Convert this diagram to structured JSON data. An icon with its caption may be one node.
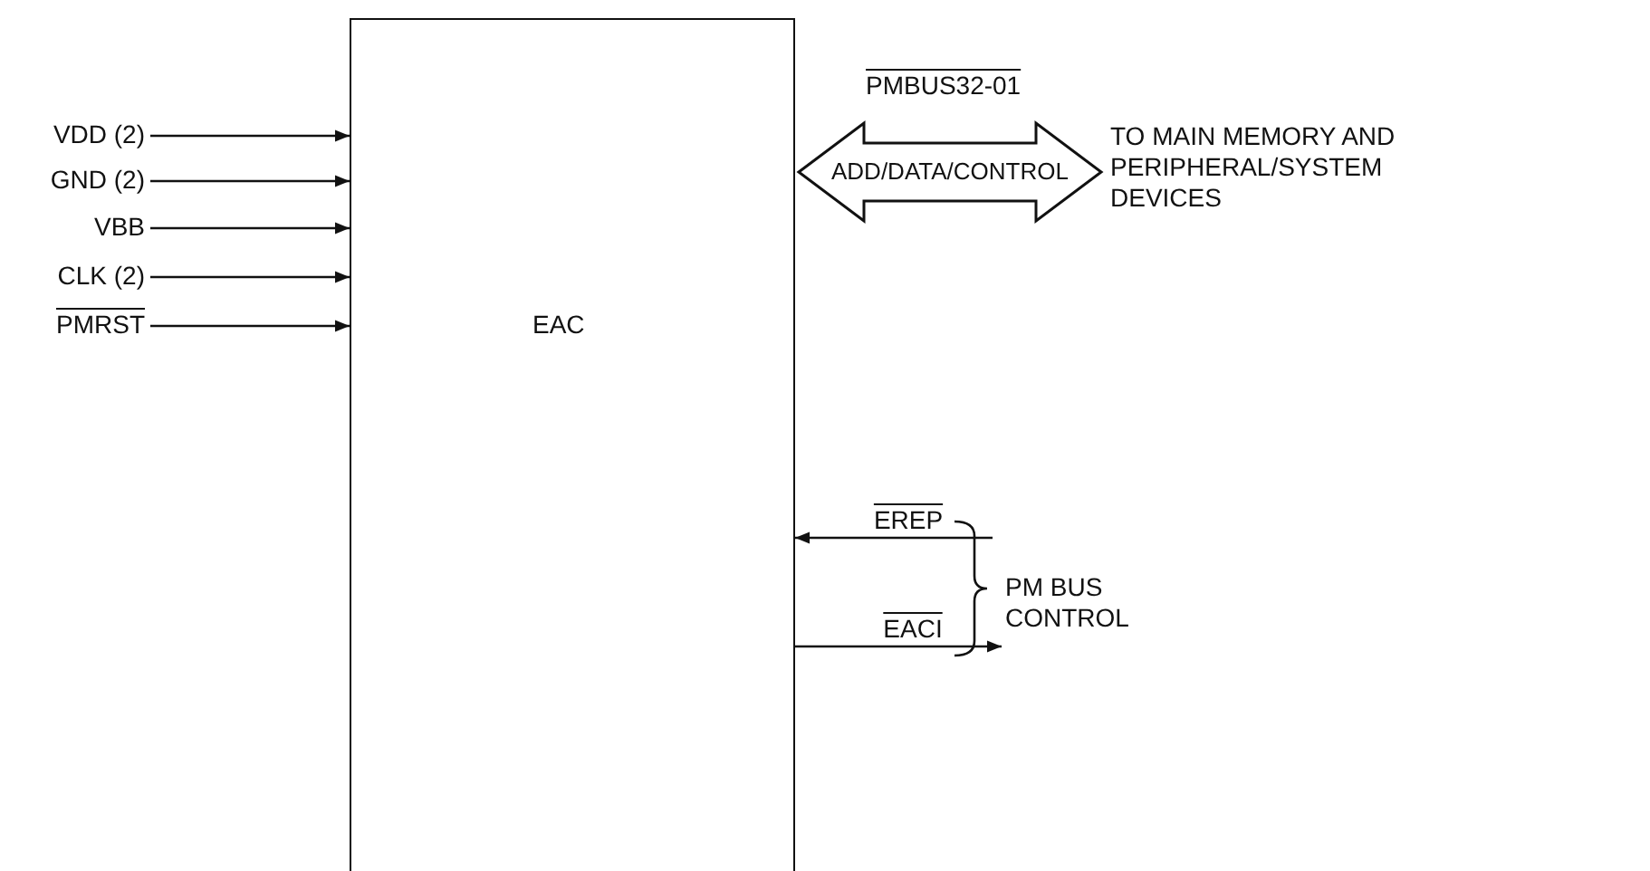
{
  "diagram": {
    "nodes": [
      {
        "text": [
          "EAC"
        ]
      },
      {
        "text": [
          "VDD (2)"
        ]
      },
      {
        "text": [
          "GND (2)"
        ]
      },
      {
        "text": [
          "VBB"
        ]
      },
      {
        "text": [
          "CLK (2)"
        ]
      },
      {
        "text": [
          "PMRST"
        ]
      },
      {
        "text": [
          "TO MAIN MEMORY AND PERIPHERAL/SYSTEM DEVICES"
        ]
      },
      {
        "text": [
          "EREP"
        ]
      },
      {
        "text": [
          "EACI"
        ]
      }
    ],
    "edges": [
      {
        "from": 1,
        "to": 0,
        "arrow": "to"
      },
      {
        "from": 2,
        "to": 0,
        "arrow": "to"
      },
      {
        "from": 3,
        "to": 0,
        "arrow": "to"
      },
      {
        "from": 4,
        "to": 0,
        "arrow": "to"
      },
      {
        "from": 5,
        "to": 0,
        "arrow": "to"
      },
      {
        "from": 0,
        "to": 6,
        "arrow": "both",
        "label": "ADD/DATA/CONTROL",
        "style": "thick"
      },
      {
        "from": 7,
        "to": 0,
        "arrow": "to"
      },
      {
        "from": 0,
        "to": 8,
        "arrow": "to"
      }
    ],
    "labels": [
      "PMBUS32-01",
      "PM BUS CONTROL"
    ]
  }
}
